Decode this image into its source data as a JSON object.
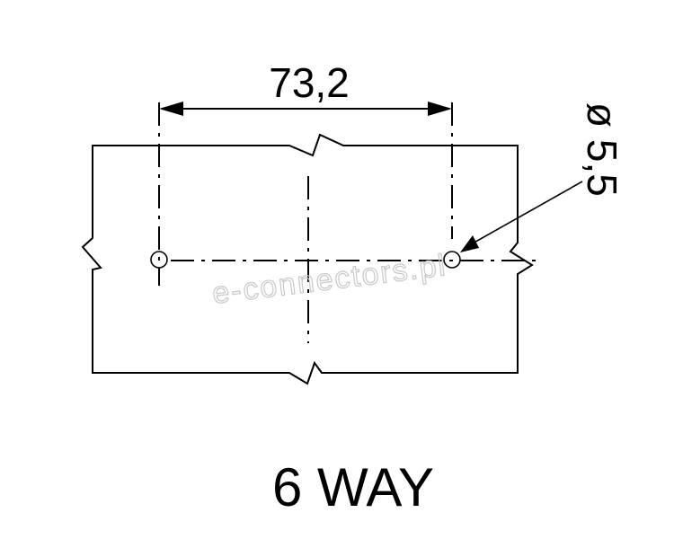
{
  "dimension": {
    "spacing_label": "73,2",
    "hole_diameter_label": "ø 5,5"
  },
  "caption": "6 WAY",
  "watermark": "e-connectors.pl",
  "colors": {
    "line": "#000000",
    "background": "#ffffff",
    "watermark": "#c8c8c8"
  }
}
